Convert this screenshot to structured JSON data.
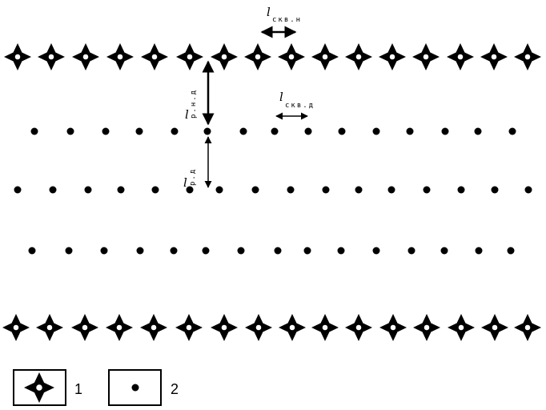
{
  "colors": {
    "ink": "#000000",
    "background": "#ffffff"
  },
  "rows": [
    {
      "id": "top-injection-row",
      "kind": "injection",
      "count": 16
    },
    {
      "id": "production-row-1",
      "kind": "production",
      "count": 15
    },
    {
      "id": "production-row-2",
      "kind": "production",
      "count": 16
    },
    {
      "id": "production-row-3",
      "kind": "production",
      "count": 15
    },
    {
      "id": "bottom-injection-row",
      "kind": "injection",
      "count": 16
    }
  ],
  "dimensions": {
    "injection_spacing": {
      "main": "l",
      "sub": "скв.н"
    },
    "production_spacing": {
      "main": "l",
      "sub": "скв.д"
    },
    "injection_to_production": {
      "main": "l",
      "sub": "р.н.д"
    },
    "production_to_production": {
      "main": "l",
      "sub": "р.д"
    }
  },
  "legend": {
    "items": [
      {
        "symbol": "injection-well-icon",
        "label": "1"
      },
      {
        "symbol": "production-well-icon",
        "label": "2"
      }
    ]
  }
}
